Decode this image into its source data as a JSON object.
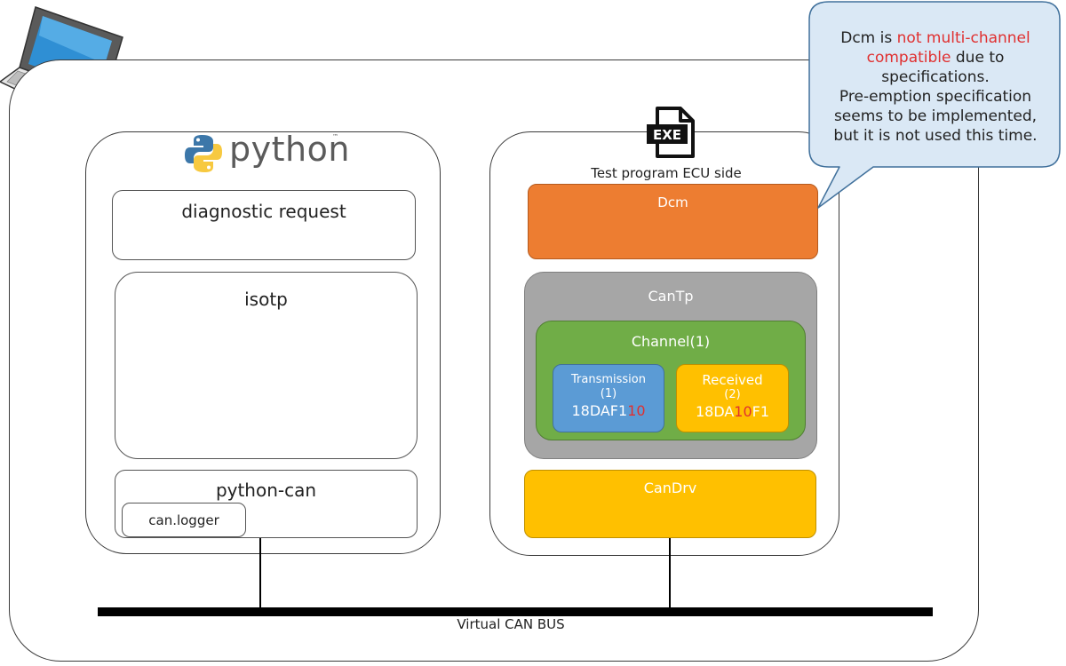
{
  "python_panel": {
    "logo_text": "python",
    "logo_tm": "™",
    "diagnostic_request": "diagnostic request",
    "isotp": "isotp",
    "python_can": "python-can",
    "can_logger": "can.logger"
  },
  "ecu_panel": {
    "title": "Test program ECU side",
    "exe_label": "EXE",
    "dcm": "Dcm",
    "cantp": "CanTp",
    "channel": "Channel(1)",
    "transmission": {
      "label": "Transmission",
      "num": "(1)",
      "id_prefix": "18DAF1",
      "id_highlight": "10"
    },
    "received": {
      "label": "Received",
      "num": "(2)",
      "id_prefix": "18DA",
      "id_highlight": "10",
      "id_suffix": "F1"
    },
    "candrv": "CanDrv"
  },
  "bus": {
    "label": "Virtual CAN BUS"
  },
  "callout": {
    "line1_a": "Dcm is ",
    "line1_b": "not multi-channel",
    "line2_a": "compatible",
    "line2_b": " due to",
    "line3": "specifications.",
    "line4": "Pre-emption specification",
    "line5": "seems to be implemented,",
    "line6": "but it is not used this time."
  },
  "colors": {
    "dcm": "#ed7d31",
    "cantp": "#a6a6a6",
    "channel": "#70ad47",
    "transmission": "#5b9bd5",
    "received": "#ffc000",
    "candrv": "#ffc000",
    "callout": "#dae8f5",
    "highlight": "#e03030"
  },
  "icons": [
    "laptop-icon",
    "python-logo-icon",
    "exe-file-icon"
  ]
}
